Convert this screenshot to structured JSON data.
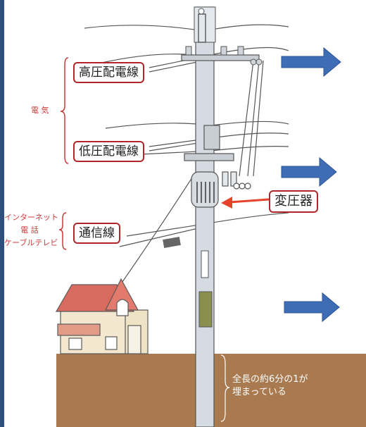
{
  "labels": {
    "high_voltage": "高圧配電線",
    "low_voltage": "低圧配電線",
    "communication": "通信線",
    "transformer": "変圧器"
  },
  "categories": {
    "electricity": "電 気",
    "comm_lines": [
      "インターネット",
      "電 話",
      "ケーブルテレビ"
    ]
  },
  "ground_note": [
    "全長の約6分の1が",
    "埋まっている"
  ],
  "colors": {
    "label_border": "#b0262a",
    "category_text": "#d0393a",
    "arrow_blue": "#3e6db5",
    "ground": "#a97a4f",
    "pole": "#d4dbe3",
    "roof": "#d96a5e",
    "transformer_arrow": "#e5432b"
  }
}
